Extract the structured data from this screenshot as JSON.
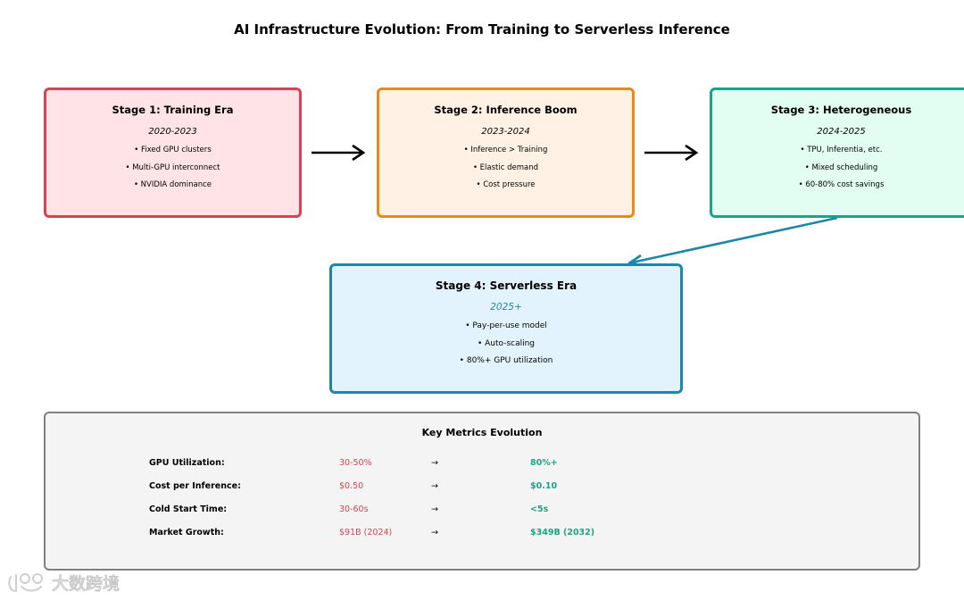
{
  "title": "AI Infrastructure Evolution: From Training to Serverless Inference",
  "stages": [
    {
      "title": "Stage 1: Training Era",
      "years": "2020-2023",
      "bullets": [
        "• Fixed GPU clusters",
        "• Multi-GPU interconnect",
        "• NVIDIA dominance"
      ],
      "border_color": "#d9434f",
      "fill_color": "#ffe3e6"
    },
    {
      "title": "Stage 2: Inference Boom",
      "years": "2023-2024",
      "bullets": [
        "• Inference > Training",
        "• Elastic demand",
        "• Cost pressure"
      ],
      "border_color": "#e98a16",
      "fill_color": "#fff2e4"
    },
    {
      "title": "Stage 3: Heterogeneous",
      "years": "2024-2025",
      "bullets": [
        "• TPU, Inferentia, etc.",
        "• Mixed scheduling",
        "• 60-80% cost savings"
      ],
      "border_color": "#17a585",
      "fill_color": "#e2fdf1"
    },
    {
      "title": "Stage 4: Serverless Era",
      "years": "2025+",
      "bullets": [
        "• Pay-per-use model",
        "• Auto-scaling",
        "• 80%+ GPU utilization"
      ],
      "border_color": "#1b87a9",
      "fill_color": "#e3f3fd",
      "years_color": "#1b87a9"
    }
  ],
  "metrics": {
    "title": "Key Metrics Evolution",
    "arrow": "→",
    "old_color": "#d9434f",
    "new_color": "#17a585",
    "rows": [
      {
        "label": "GPU Utilization:",
        "old": "30-50%",
        "new": "80%+"
      },
      {
        "label": "Cost per Inference:",
        "old": "$0.50",
        "new": "$0.10"
      },
      {
        "label": "Cold Start Time:",
        "old": "30-60s",
        "new": "<5s"
      },
      {
        "label": "Market Growth:",
        "old": "$91B (2024)",
        "new": "$349B (2032)"
      }
    ]
  },
  "watermark": {
    "text": "大数跨境",
    "icon": "watermark-logo-icon"
  }
}
